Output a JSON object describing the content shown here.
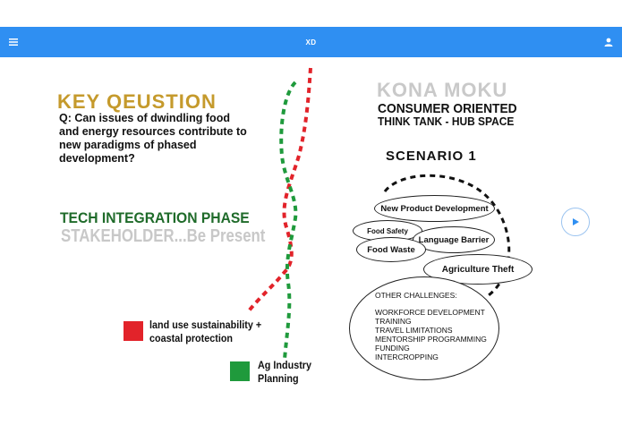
{
  "header": {
    "title": "XD"
  },
  "slide": {
    "key_question_heading": "KEY QEUSTION",
    "question_text": "Q: Can issues of dwindling food and energy resources contribute to new paradigms of phased development?",
    "tech_integration": "TECH INTEGRATION PHASE",
    "stakeholder": "STAKEHOLDER...Be Present",
    "kona_moku": "KONA MOKU",
    "consumer_oriented": "CONSUMER ORIENTED",
    "think_tank": "THINK TANK - HUB SPACE",
    "scenario": "SCENARIO 1",
    "bubbles": {
      "new_product": "New Product Development",
      "food_safety": "Food Safety",
      "language_barrier": "Language Barrier",
      "food_waste": "Food Waste",
      "agriculture_theft": "Agriculture Theft"
    },
    "other_challenges": {
      "heading": "OTHER CHALLENGES:",
      "items": [
        "WORKFORCE DEVELOPMENT",
        "TRAINING",
        "TRAVEL LIMITATIONS",
        "MENTORSHIP PROGRAMMING",
        "FUNDING",
        "INTERCROPPING"
      ]
    },
    "legend": {
      "red": {
        "line1": "land use sustainability +",
        "line2": "coastal protection",
        "color": "#e2232a"
      },
      "green": {
        "line1": "Ag Industry",
        "line2": "Planning",
        "color": "#1f9a3c"
      }
    }
  },
  "icons": {
    "menu": "menu-icon",
    "user": "user-icon",
    "play": "play-icon"
  },
  "colors": {
    "appbar": "#2f8ff2",
    "gold": "#c59a2c",
    "dark_green": "#1f6b2a"
  }
}
